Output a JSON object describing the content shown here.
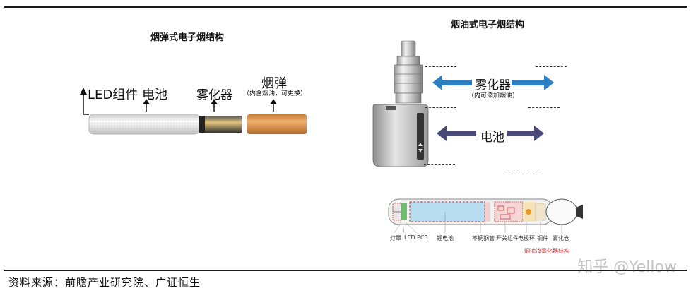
{
  "left": {
    "title": "烟弹式电子烟结构",
    "label_led_battery": "LED组件 电池",
    "label_atomizer": "雾化器",
    "label_cartridge": "烟弹",
    "label_cartridge_note": "（内含烟油，可更换）"
  },
  "right": {
    "title": "烟油式电子烟结构",
    "label_atomizer": "雾化器",
    "label_atomizer_note": "（内可添加烟油）",
    "label_battery": "电池"
  },
  "cutaway": {
    "labels": [
      "灯罩",
      "LED",
      "PCB",
      "锂电池",
      "不锈钢管",
      "开关组件",
      "电极环",
      "铜件",
      "雾化仓"
    ],
    "red_note": "烟油渗雾化器结构"
  },
  "source": "资料来源：前瞻产业研究院、广证恒生",
  "watermark": "知乎 @Yellow",
  "colors": {
    "arrow_blue": "#2b7fc1",
    "arrow_purple": "#4a4a7a",
    "cig_white": "#e8e8e8",
    "filter_orange": "#d9893b"
  }
}
